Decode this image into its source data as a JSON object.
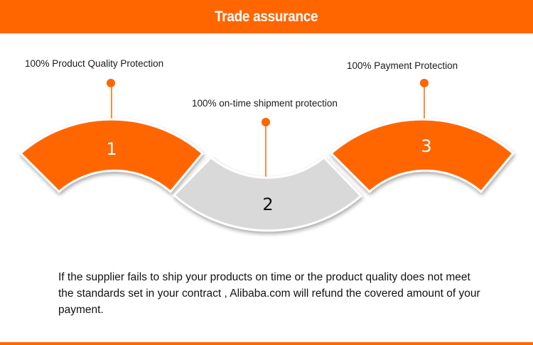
{
  "header": {
    "title": "Trade assurance"
  },
  "colors": {
    "accent": "#ff6600",
    "segment_grey": "#d9d9d9",
    "text": "#1a1a1a",
    "white": "#ffffff"
  },
  "steps": [
    {
      "number": "1",
      "label": "100% Product Quality Protection",
      "fill": "#ff6600"
    },
    {
      "number": "2",
      "label": "100% on-time shipment protection",
      "fill": "#d9d9d9"
    },
    {
      "number": "3",
      "label": "100% Payment Protection",
      "fill": "#ff6600"
    }
  ],
  "description": "If the supplier fails to ship your products on time or the product quality does not meet the standards set in your contract , Alibaba.com will refund the covered amount of your payment."
}
